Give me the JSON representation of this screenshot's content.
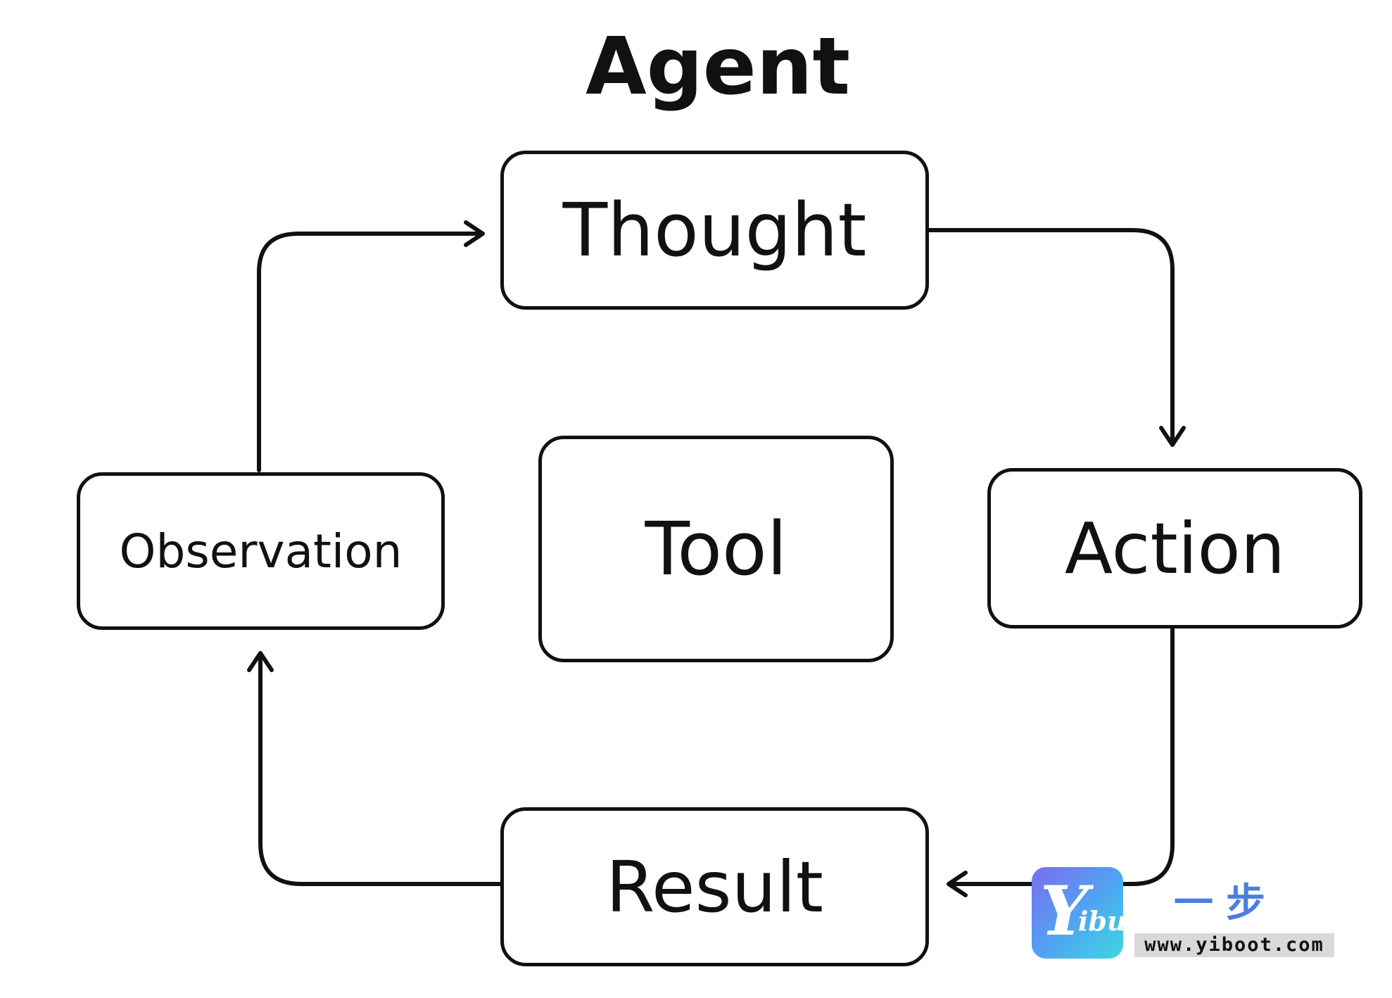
{
  "title": "Agent",
  "nodes": {
    "thought": "Thought",
    "action": "Action",
    "result": "Result",
    "observation": "Observation",
    "tool": "Tool"
  },
  "edges": [
    {
      "from": "Thought",
      "to": "Action"
    },
    {
      "from": "Action",
      "to": "Result"
    },
    {
      "from": "Result",
      "to": "Observation"
    },
    {
      "from": "Observation",
      "to": "Thought"
    }
  ],
  "watermark": {
    "logo_text": "Yibu",
    "chinese": "一步",
    "url": "www.yiboot.com"
  },
  "colors": {
    "stroke": "#111111",
    "background": "#ffffff",
    "watermark_accent": "#4a7fe0"
  }
}
